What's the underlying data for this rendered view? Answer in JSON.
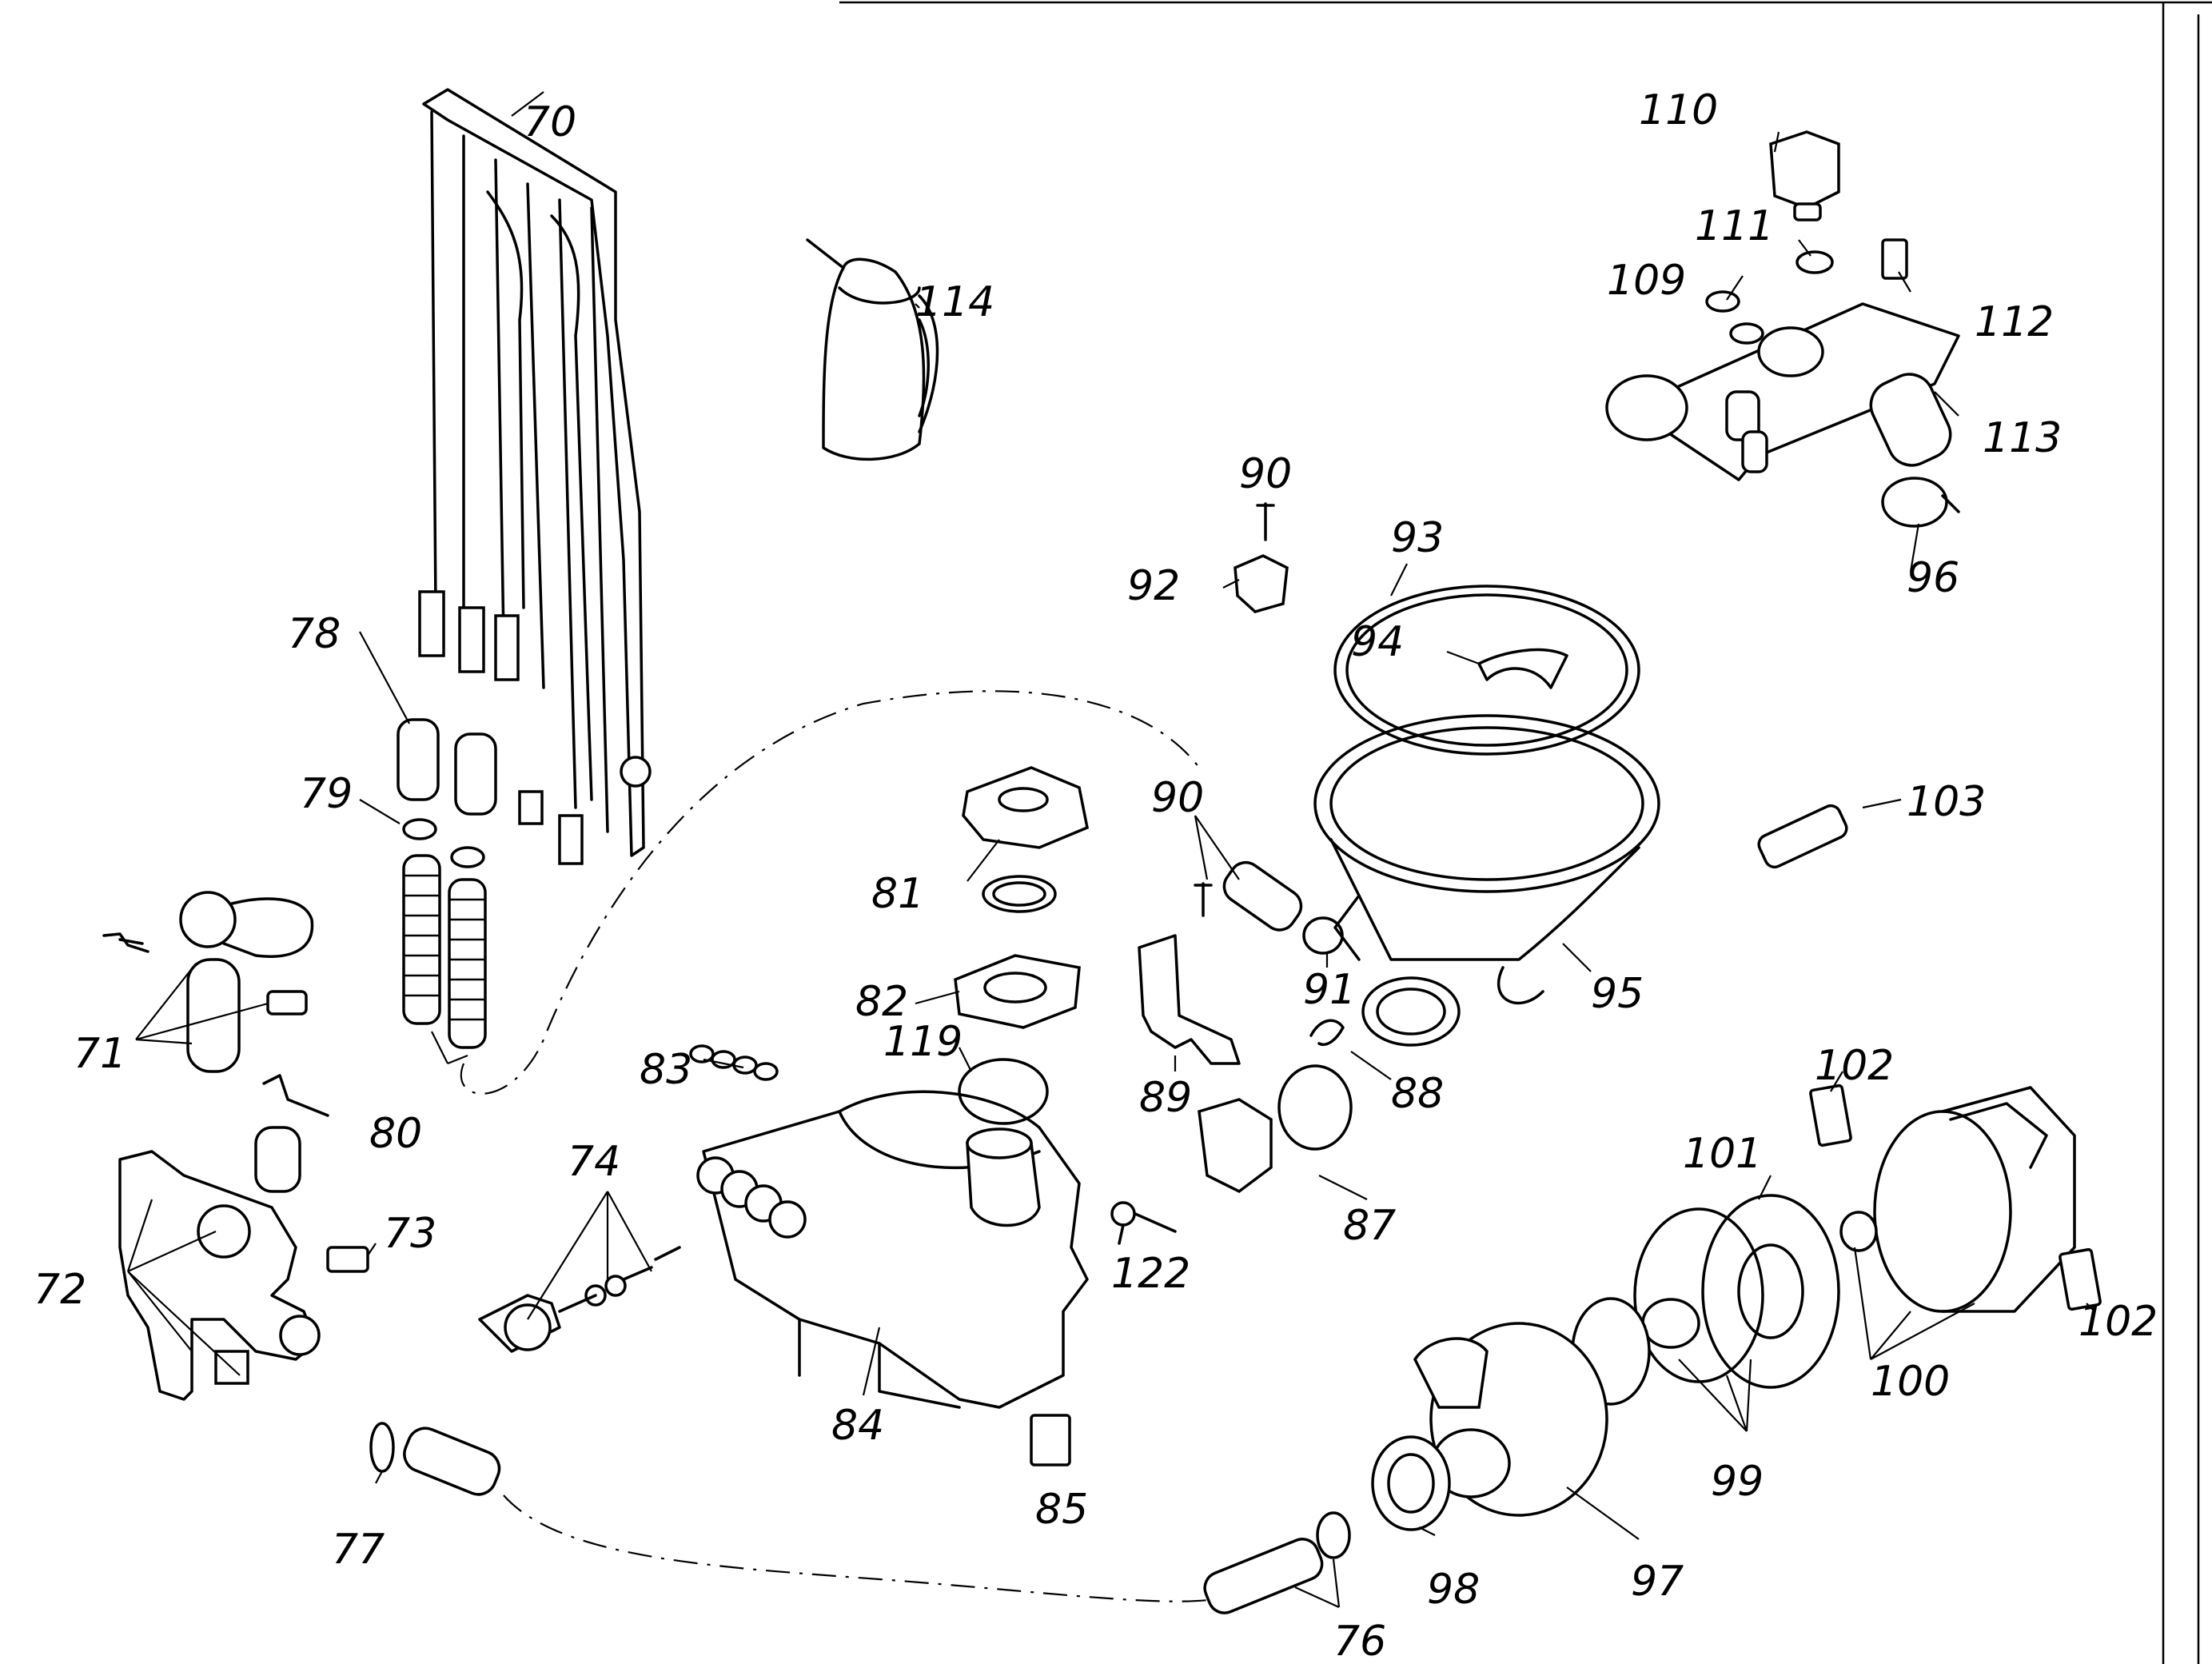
{
  "labels": {
    "l70": "70",
    "l71": "71",
    "l72": "72",
    "l73": "73",
    "l74": "74",
    "l76": "76",
    "l77": "77",
    "l78": "78",
    "l79": "79",
    "l80": "80",
    "l81": "81",
    "l82": "82",
    "l83": "83",
    "l84": "84",
    "l85": "85",
    "l87": "87",
    "l88": "88",
    "l89": "89",
    "l90a": "90",
    "l90b": "90",
    "l91": "91",
    "l92": "92",
    "l93": "93",
    "l94": "94",
    "l95": "95",
    "l96": "96",
    "l97": "97",
    "l98": "98",
    "l99": "99",
    "l100": "100",
    "l101": "101",
    "l102a": "102",
    "l102b": "102",
    "l103": "103",
    "l109": "109",
    "l110": "110",
    "l111": "111",
    "l112": "112",
    "l113": "113",
    "l114": "114",
    "l119": "119",
    "l122": "122"
  }
}
